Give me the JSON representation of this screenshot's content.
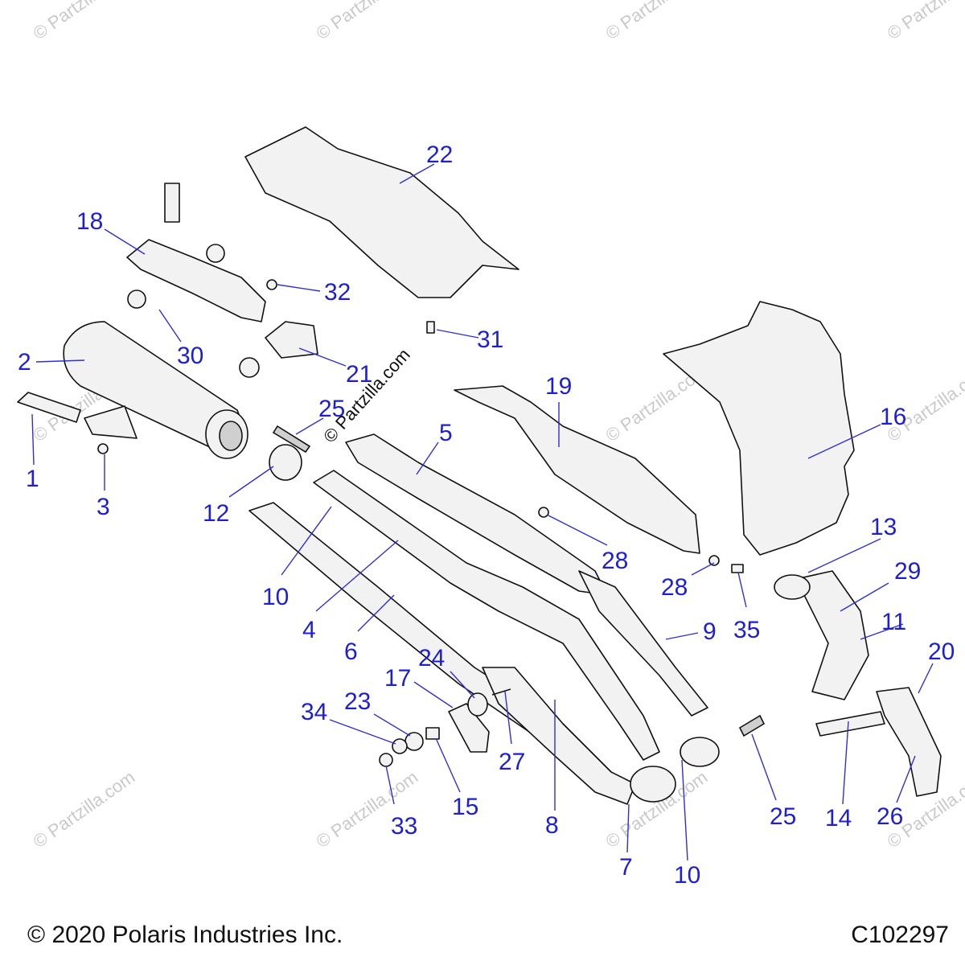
{
  "diagram": {
    "watermark": "© Partzilla.com",
    "callouts": [
      "1",
      "2",
      "3",
      "4",
      "5",
      "6",
      "7",
      "8",
      "9",
      "10",
      "11",
      "12",
      "13",
      "14",
      "15",
      "16",
      "17",
      "18",
      "19",
      "20",
      "21",
      "22",
      "23",
      "24",
      "25",
      "26",
      "27",
      "28",
      "29",
      "30",
      "31",
      "32",
      "33",
      "34",
      "35"
    ]
  },
  "labels": {
    "c1": "1",
    "c2": "2",
    "c3": "3",
    "c4": "4",
    "c5": "5",
    "c6": "6",
    "c7": "7",
    "c8": "8",
    "c9": "9",
    "c10a": "10",
    "c10b": "10",
    "c11": "11",
    "c12": "12",
    "c13": "13",
    "c14": "14",
    "c15": "15",
    "c16": "16",
    "c17": "17",
    "c18": "18",
    "c19": "19",
    "c20": "20",
    "c21": "21",
    "c22": "22",
    "c23": "23",
    "c24": "24",
    "c25a": "25",
    "c25b": "25",
    "c26": "26",
    "c27": "27",
    "c28a": "28",
    "c28b": "28",
    "c29": "29",
    "c30": "30",
    "c31": "31",
    "c32": "32",
    "c33": "33",
    "c34": "34",
    "c35": "35"
  },
  "footer": {
    "copyright": "© 2020 Polaris Industries Inc.",
    "drawing_number": "C102297"
  },
  "colors": {
    "callout": "#1e1ed2",
    "line_art": "#111111",
    "background": "#ffffff"
  }
}
